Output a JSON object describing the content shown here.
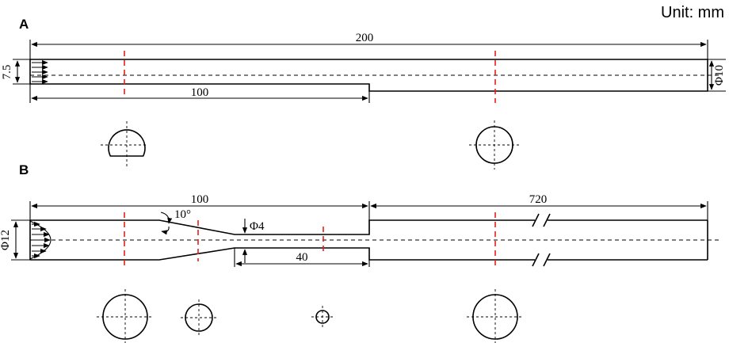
{
  "header": {
    "unit_text": "Unit: mm"
  },
  "panel_a": {
    "label": "A",
    "dim_total": "200",
    "dim_half": "100",
    "dim_inlet": "7.5",
    "dim_diameter": "Φ10"
  },
  "panel_b": {
    "label": "B",
    "dim_left": "100",
    "dim_right": "720",
    "dim_inlet": "Φ12",
    "dim_throat": "Φ4",
    "dim_throat_len": "40",
    "dim_angle": "10°"
  },
  "colors": {
    "section_cut": "#e8201c",
    "line": "#000000"
  }
}
